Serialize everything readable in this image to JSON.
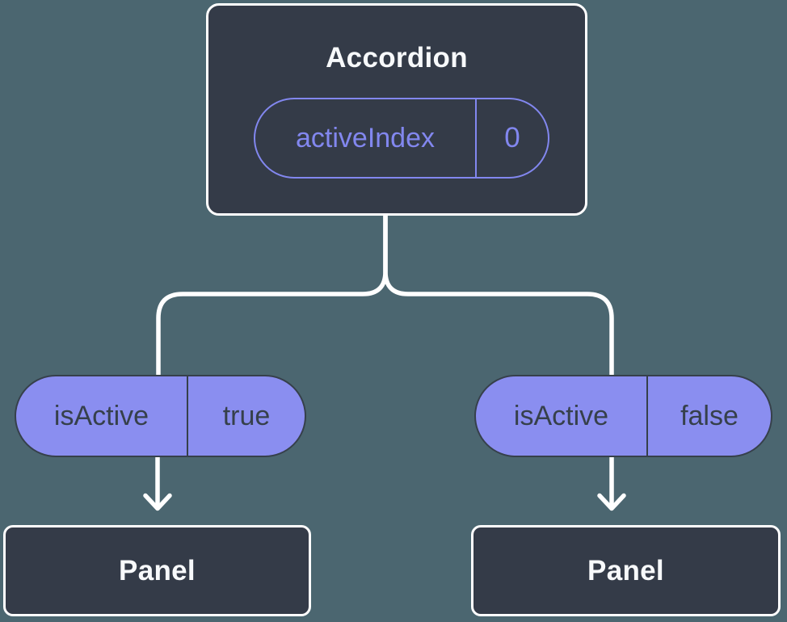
{
  "colors": {
    "background": "#4B6670",
    "node_fill": "#343B48",
    "node_border": "#FFFFFF",
    "pill_fill": "#8A8EF0",
    "pill_outline_purple": "#8287EF",
    "pill_dark_text": "#36404B",
    "node_text": "#F7F9FB",
    "connector_line": "#FFFFFF"
  },
  "tree": {
    "root": {
      "title": "Accordion",
      "state": {
        "name": "activeIndex",
        "value": "0"
      }
    },
    "children": [
      {
        "prop": {
          "name": "isActive",
          "value": "true"
        },
        "title": "Panel"
      },
      {
        "prop": {
          "name": "isActive",
          "value": "false"
        },
        "title": "Panel"
      }
    ]
  }
}
